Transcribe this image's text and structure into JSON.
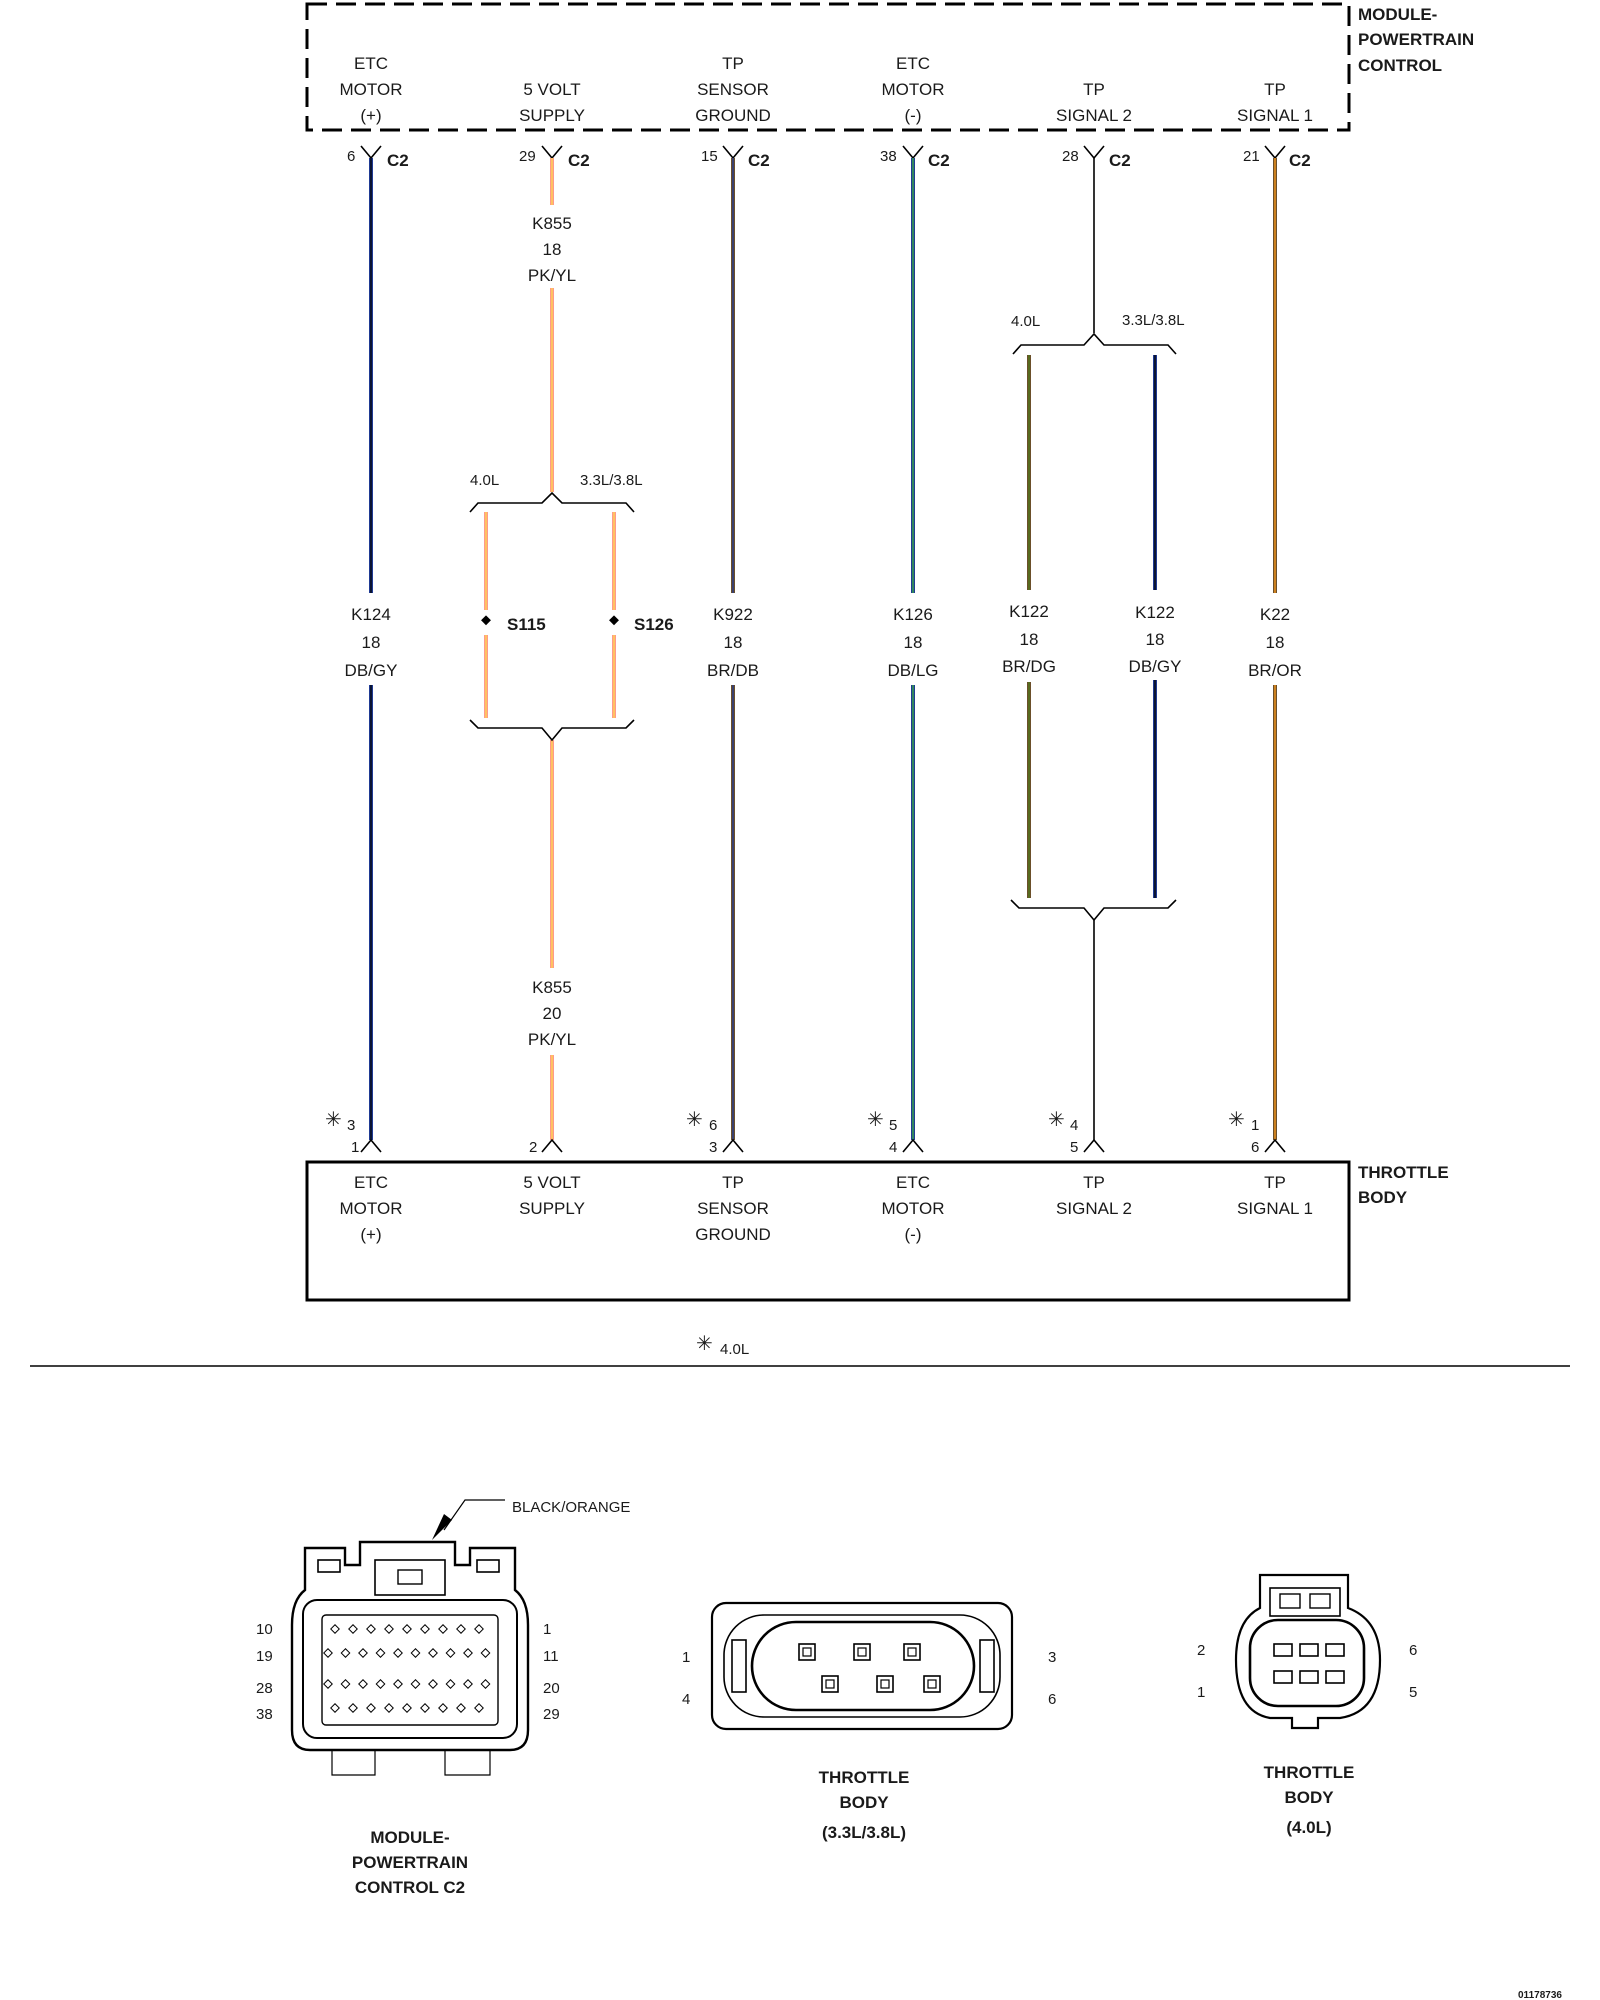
{
  "colors": {
    "wire_db_gy": "#1f3a93",
    "wire_pk_yl_a": "#ff9a8a",
    "wire_pk_yl_b": "#ffd84d",
    "wire_br": "#6b4f2a",
    "wire_db": "#1f3a93",
    "wire_lg": "#3cb043",
    "wire_dg": "#4d7a1a",
    "wire_or": "#ff9a1a",
    "wire_black": "#000000"
  },
  "pcm": {
    "title_line1": "MODULE-",
    "title_line2": "POWERTRAIN",
    "title_line3": "CONTROL",
    "connector": "C2",
    "pins": [
      {
        "l1": "ETC",
        "l2": "MOTOR",
        "l3": "(+)",
        "cavity": "6"
      },
      {
        "l1": "",
        "l2": "5 VOLT",
        "l3": "SUPPLY",
        "cavity": "29"
      },
      {
        "l1": "TP",
        "l2": "SENSOR",
        "l3": "GROUND",
        "cavity": "15"
      },
      {
        "l1": "ETC",
        "l2": "MOTOR",
        "l3": "(-)",
        "cavity": "38"
      },
      {
        "l1": "",
        "l2": "TP",
        "l3": "SIGNAL 2",
        "cavity": "28"
      },
      {
        "l1": "",
        "l2": "TP",
        "l3": "SIGNAL 1",
        "cavity": "21"
      }
    ]
  },
  "wires": {
    "k124": {
      "circuit": "K124",
      "gauge": "18",
      "color": "DB/GY"
    },
    "k855_top": {
      "circuit": "K855",
      "gauge": "18",
      "color": "PK/YL"
    },
    "k855_bottom": {
      "circuit": "K855",
      "gauge": "20",
      "color": "PK/YL"
    },
    "k922": {
      "circuit": "K922",
      "gauge": "18",
      "color": "BR/DB"
    },
    "k126": {
      "circuit": "K126",
      "gauge": "18",
      "color": "DB/LG"
    },
    "k122_a": {
      "circuit": "K122",
      "gauge": "18",
      "color": "BR/DG"
    },
    "k122_b": {
      "circuit": "K122",
      "gauge": "18",
      "color": "DB/GY"
    },
    "k22": {
      "circuit": "K22",
      "gauge": "18",
      "color": "BR/OR"
    }
  },
  "branches": {
    "engine_40": "4.0L",
    "engine_33_38": "3.3L/3.8L",
    "splice_a": "S115",
    "splice_b": "S126"
  },
  "throttle": {
    "title_line1": "THROTTLE",
    "title_line2": "BODY",
    "pins": [
      {
        "l1": "ETC",
        "l2": "MOTOR",
        "l3": "(+)",
        "alt": "3",
        "cavity": "1"
      },
      {
        "l1": "5 VOLT",
        "l2": "SUPPLY",
        "l3": "",
        "alt": "",
        "cavity": "2"
      },
      {
        "l1": "TP",
        "l2": "SENSOR",
        "l3": "GROUND",
        "alt": "6",
        "cavity": "3"
      },
      {
        "l1": "ETC",
        "l2": "MOTOR",
        "l3": "(-)",
        "alt": "5",
        "cavity": "4"
      },
      {
        "l1": "TP",
        "l2": "SIGNAL 2",
        "l3": "",
        "alt": "4",
        "cavity": "5"
      },
      {
        "l1": "TP",
        "l2": "SIGNAL 1",
        "l3": "",
        "alt": "1",
        "cavity": "6"
      }
    ]
  },
  "note": {
    "symbol": "✳",
    "text": "4.0L"
  },
  "connectors": {
    "pcm_c2": {
      "callout": "BLACK/ORANGE",
      "left_nums": [
        "10",
        "19",
        "28",
        "38"
      ],
      "right_nums": [
        "1",
        "11",
        "20",
        "29"
      ],
      "caption1": "MODULE-",
      "caption2": "POWERTRAIN",
      "caption3": "CONTROL C2"
    },
    "tb_33": {
      "left_nums": [
        "1",
        "4"
      ],
      "right_nums": [
        "3",
        "6"
      ],
      "caption1": "THROTTLE",
      "caption2": "BODY",
      "caption3": "(3.3L/3.8L)"
    },
    "tb_40": {
      "left_nums": [
        "2",
        "1"
      ],
      "right_nums": [
        "6",
        "5"
      ],
      "caption1": "THROTTLE",
      "caption2": "BODY",
      "caption3": "(4.0L)"
    }
  },
  "figure_id": "01178736"
}
